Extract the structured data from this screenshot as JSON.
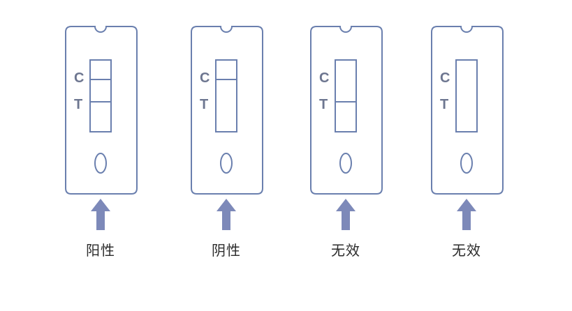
{
  "colors": {
    "outline": "#6a7fae",
    "arrow": "#7d89b9",
    "letter": "#6d7690",
    "caption": "#2b2b2b"
  },
  "strip_labels": {
    "control": "C",
    "test": "T"
  },
  "cards": [
    {
      "caption": "阳性",
      "control_line": true,
      "test_line": true,
      "arrow_icon": "arrow-up-icon"
    },
    {
      "caption": "阴性",
      "control_line": true,
      "test_line": false,
      "arrow_icon": "arrow-up-icon"
    },
    {
      "caption": "无效",
      "control_line": false,
      "test_line": true,
      "arrow_icon": "arrow-up-icon"
    },
    {
      "caption": "无效",
      "control_line": false,
      "test_line": false,
      "arrow_icon": "arrow-up-icon"
    }
  ]
}
